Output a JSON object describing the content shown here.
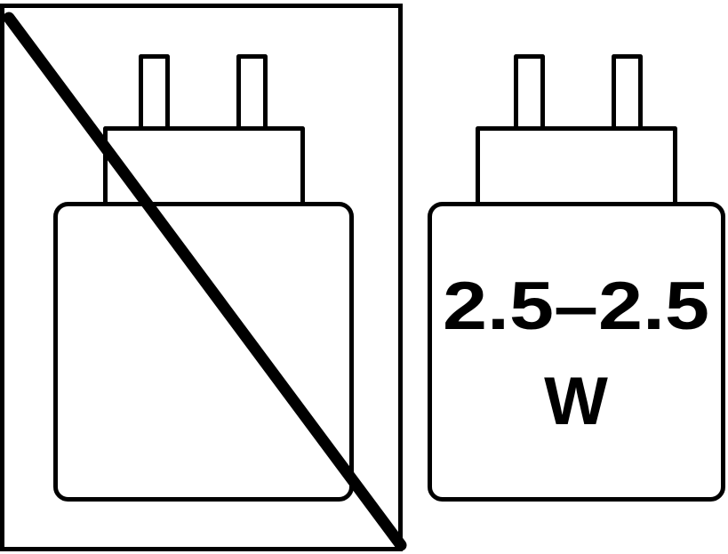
{
  "colors": {
    "ink": "#000000",
    "background": "#ffffff"
  },
  "no_charger_panel": {
    "icon": "crossed-out-charger-icon"
  },
  "power_panel": {
    "icon": "charger-icon",
    "range_min": "2.5",
    "separator": "–",
    "range_max": "2.5",
    "unit": "W"
  }
}
